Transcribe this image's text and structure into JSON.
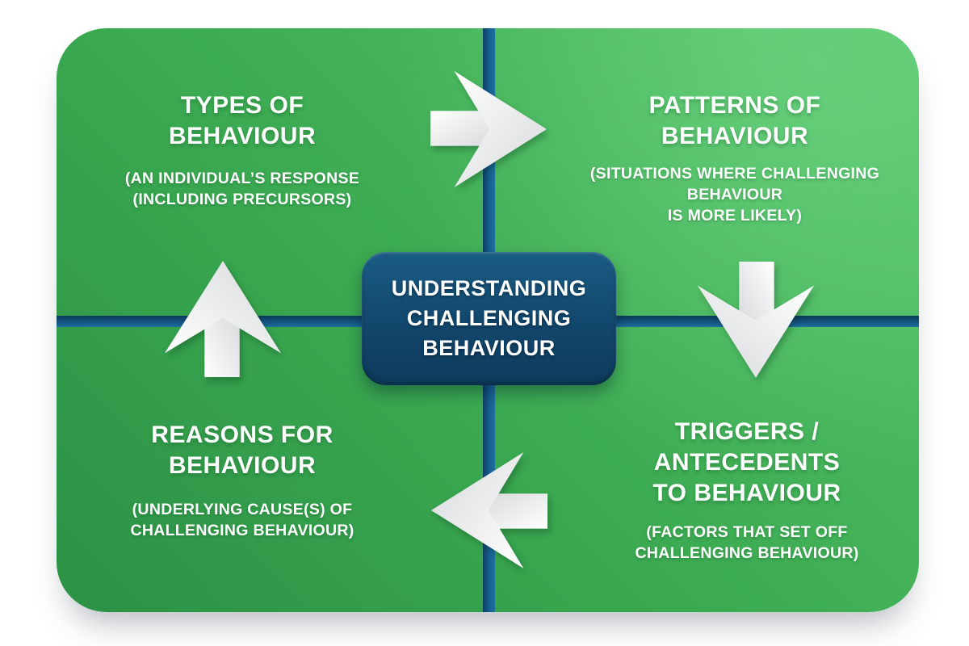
{
  "diagram": {
    "center": {
      "text": "UNDERSTANDING\nCHALLENGING\nBEHAVIOUR"
    },
    "quadrants": {
      "top_left": {
        "heading": "TYPES OF\nBEHAVIOUR",
        "subtext": "(AN INDIVIDUAL’S RESPONSE\n(INCLUDING PRECURSORS)"
      },
      "top_right": {
        "heading": "PATTERNS OF\nBEHAVIOUR",
        "subtext": "(SITUATIONS WHERE CHALLENGING\nBEHAVIOUR\nIS MORE LIKELY)"
      },
      "bottom_left": {
        "heading": "REASONS FOR\nBEHAVIOUR",
        "subtext": "(UNDERLYING CAUSE(S) OF\nCHALLENGING BEHAVIOUR)"
      },
      "bottom_right": {
        "heading": "TRIGGERS /\nANTECEDENTS\nTO BEHAVIOUR",
        "subtext": "(FACTORS THAT SET OFF\nCHALLENGING BEHAVIOUR)"
      }
    },
    "arrows": [
      {
        "position": "top",
        "direction": "right"
      },
      {
        "position": "right",
        "direction": "down"
      },
      {
        "position": "bottom",
        "direction": "left"
      },
      {
        "position": "left",
        "direction": "up"
      }
    ],
    "colors": {
      "panel_green_light": "#55c36a",
      "panel_green_dark": "#2b9145",
      "line_blue_dark": "#0c3a5c",
      "line_blue_light": "#1e6f9f",
      "center_box_top": "#1a5c85",
      "center_box_bottom": "#0d3a5b",
      "arrow_fill": "#ffffff",
      "text": "#ffffff"
    }
  }
}
